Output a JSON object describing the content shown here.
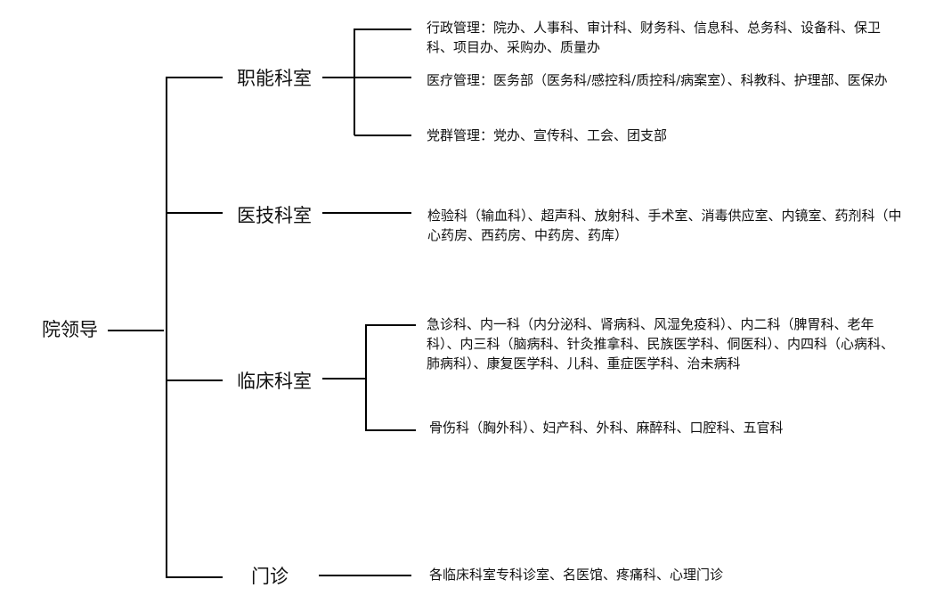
{
  "root": "院领导",
  "branches": [
    {
      "name": "职能科室",
      "items": [
        "行政管理：院办、人事科、审计科、财务科、信息科、总务科、设备科、保卫科、项目办、采购办、质量办",
        "医疗管理：医务部（医务科/感控科/质控科/病案室）、科教科、护理部、医保办",
        "党群管理：党办、宣传科、工会、团支部"
      ]
    },
    {
      "name": "医技科室",
      "items": [
        "检验科（输血科）、超声科、放射科、手术室、消毒供应室、内镜室、药剂科（中心药房、西药房、中药房、药库）"
      ]
    },
    {
      "name": "临床科室",
      "items": [
        "急诊科、内一科（内分泌科、肾病科、风湿免疫科）、内二科（脾胃科、老年科）、内三科（脑病科、针灸推拿科、民族医学科、侗医科）、内四科（心病科、肺病科）、康复医学科、儿科、重症医学科、治未病科",
        "骨伤科（胸外科）、妇产科、外科、麻醉科、口腔科、五官科"
      ]
    },
    {
      "name": "门诊",
      "items": [
        "各临床科室专科诊室、名医馆、疼痛科、心理门诊"
      ]
    }
  ]
}
